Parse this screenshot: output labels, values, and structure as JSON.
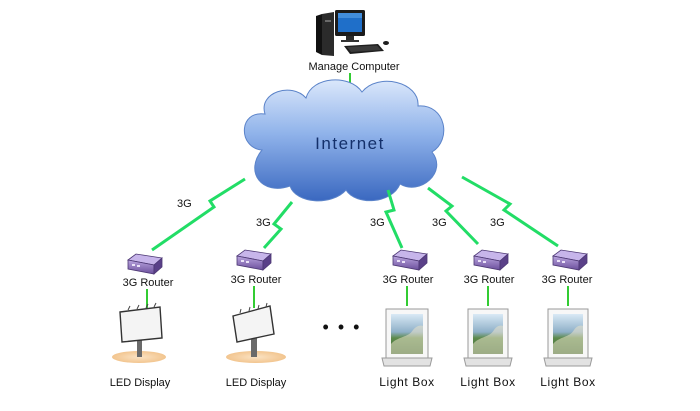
{
  "colors": {
    "link_green": "#22dd66",
    "wire_green": "#33cc33",
    "cloud_top": "#c9dcf7",
    "cloud_bottom": "#3e6fc4",
    "router_purple": "#8a6fb8",
    "text": "#111111"
  },
  "manage_computer": {
    "label": "Manage Computer",
    "icon": "desktop-computer-icon"
  },
  "internet": {
    "label": "Internet",
    "icon": "cloud-icon"
  },
  "wireless_label": "3G",
  "router_label": "3G Router",
  "ellipsis": "• • •",
  "led_displays": [
    {
      "label": "LED Display",
      "router": "3G Router",
      "link": "3G"
    },
    {
      "label": "LED Display",
      "router": "3G Router",
      "link": "3G"
    }
  ],
  "light_boxes": [
    {
      "label": "Light Box",
      "router": "3G Router",
      "link": "3G"
    },
    {
      "label": "Light Box",
      "router": "3G Router",
      "link": "3G"
    },
    {
      "label": "Light Box",
      "router": "3G Router",
      "link": "3G"
    }
  ]
}
